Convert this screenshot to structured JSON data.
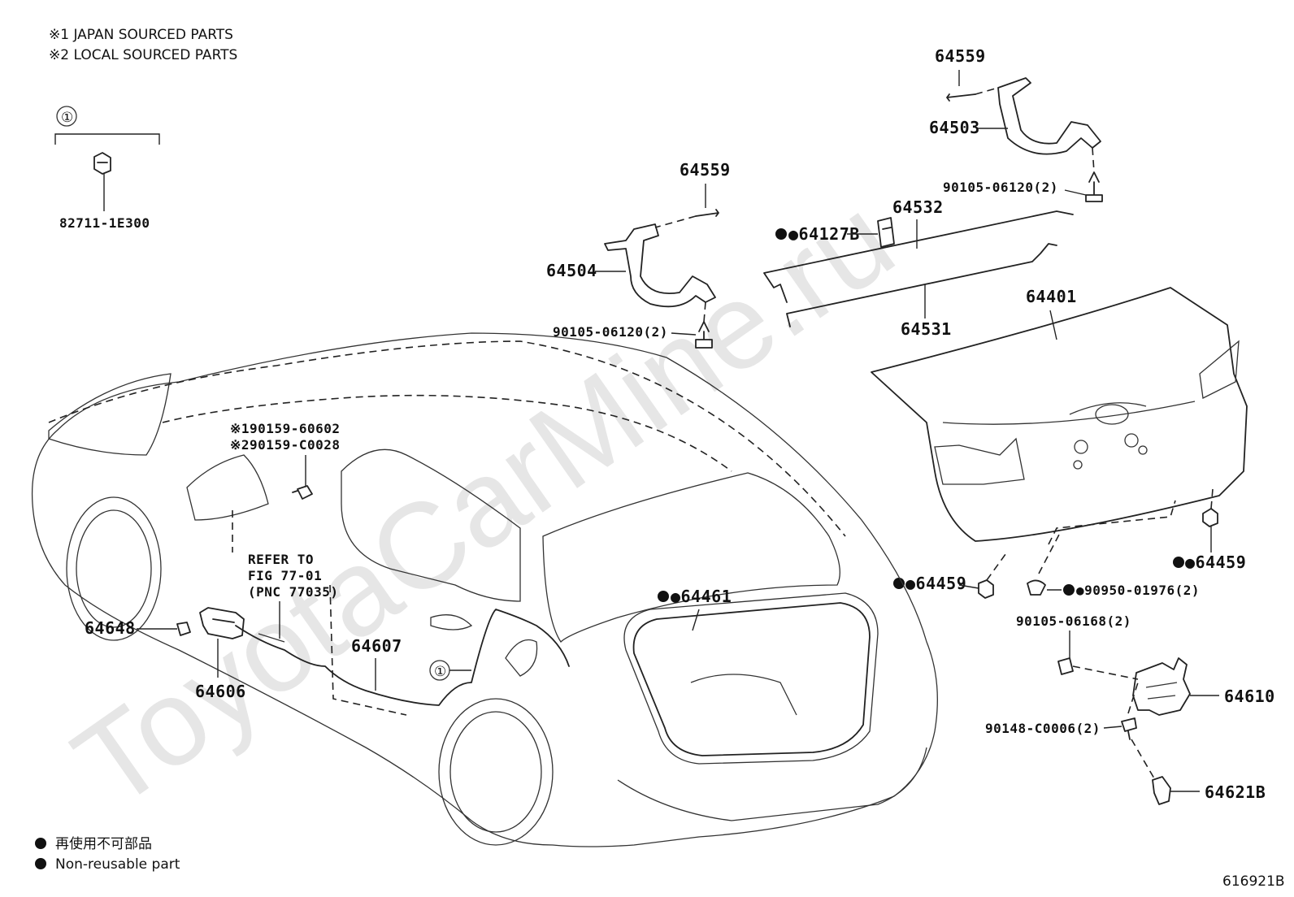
{
  "notes": {
    "japan": "※1 JAPAN SOURCED PARTS",
    "local": "※2 LOCAL SOURCED PARTS"
  },
  "callout_symbol": "①",
  "legend": {
    "jp": "再使用不可部品",
    "en": "Non-reusable part",
    "bullet": "●"
  },
  "watermark": "ToyotaCarMine.ru",
  "figure_id": "616921B",
  "refer": {
    "line1": "REFER TO",
    "line2": "FIG 77-01",
    "line3": "(PNC 77035)"
  },
  "labels": {
    "p82711": "82711-1E300",
    "p64559a": "64559",
    "p64559b": "64559",
    "p64503": "64503",
    "p64504": "64504",
    "p90105r": "90105-06120(2)",
    "p90105l": "90105-06120(2)",
    "p64532": "64532",
    "p64127B": "●64127B",
    "p64531": "64531",
    "p64401": "64401",
    "p90159a": "※190159-60602",
    "p90159b": "※290159-C0028",
    "p64461": "●64461",
    "p64459a": "●64459",
    "p64459b": "●64459",
    "p90950": "●90950-01976(2)",
    "p90105_68": "90105-06168(2)",
    "p64610": "64610",
    "p90148": "90148-C0006(2)",
    "p64621B": "64621B",
    "p64648": "64648",
    "p64606": "64606",
    "p64607": "64607"
  },
  "colors": {
    "line": "#222222",
    "watermark": "#e6e6e6",
    "background": "#ffffff"
  }
}
